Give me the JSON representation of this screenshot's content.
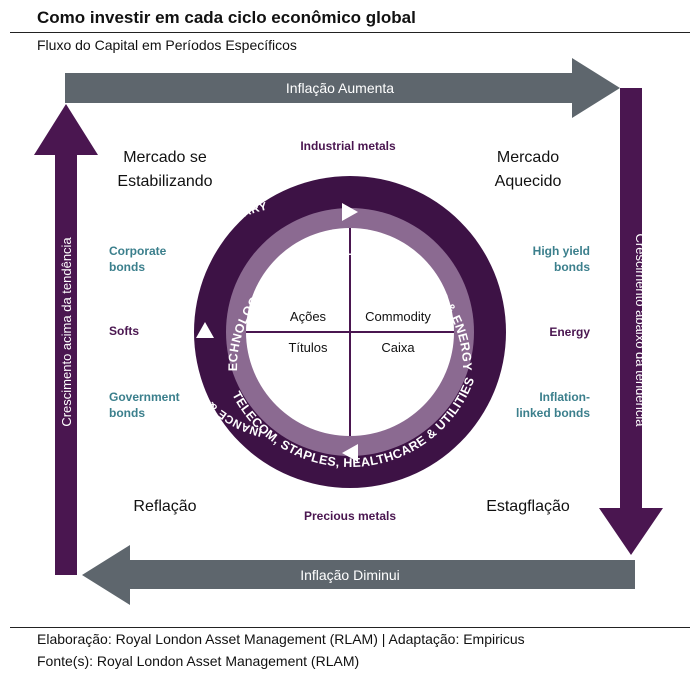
{
  "header": {
    "title": "Como investir em cada ciclo econômico global",
    "subtitle": "Fluxo do Capital em Períodos Específicos"
  },
  "arrows": {
    "top": "Inflação Aumenta",
    "bottom": "Inflação Diminui",
    "left": "Crescimento acima da tendência",
    "right": "Crescimento abaixo da tendência"
  },
  "quadrants": {
    "top_left": [
      "Mercado se",
      "Estabilizando"
    ],
    "top_right": [
      "Mercado",
      "Aquecido"
    ],
    "bottom_left": "Reflação",
    "bottom_right": "Estagflação"
  },
  "assets": {
    "industrial_metals": "Industrial metals",
    "precious_metals": "Precious metals",
    "corporate_bonds": [
      "Corporate",
      "bonds"
    ],
    "softs": "Softs",
    "government_bonds": [
      "Government",
      "bonds"
    ],
    "high_yield_bonds": [
      "High yield",
      "bonds"
    ],
    "energy": "Energy",
    "inflation_linked_bonds": [
      "Inflation-",
      "linked bonds"
    ]
  },
  "ring": {
    "outer_top": "TECHNOLOGY & INDUSTRIALS",
    "outer_right": "MATERIALS & ENERGY",
    "outer_bottom": "TELECOM, STAPLES, HEALTHCARE & UTILITIES",
    "inner_left": "CONSUMER DISCRETIONARY",
    "inner_bottom": "FINANCE &"
  },
  "center": {
    "top_left": "Ações",
    "top_right": "Commodity",
    "bottom_left": "Títulos",
    "bottom_right": "Caixa"
  },
  "footer": {
    "line1": "Elaboração: Royal London Asset Management (RLAM) | Adaptação: Empiricus",
    "line2": "Fonte(s): Royal London Asset Management (RLAM)"
  },
  "colors": {
    "purple_dark": "#4a1650",
    "purple_ring": "#3d1245",
    "purple_inner": "#8b6a91",
    "grey_arrow": "#5e666d",
    "teal_text": "#3b7f8c",
    "purple_text": "#4a1650"
  }
}
